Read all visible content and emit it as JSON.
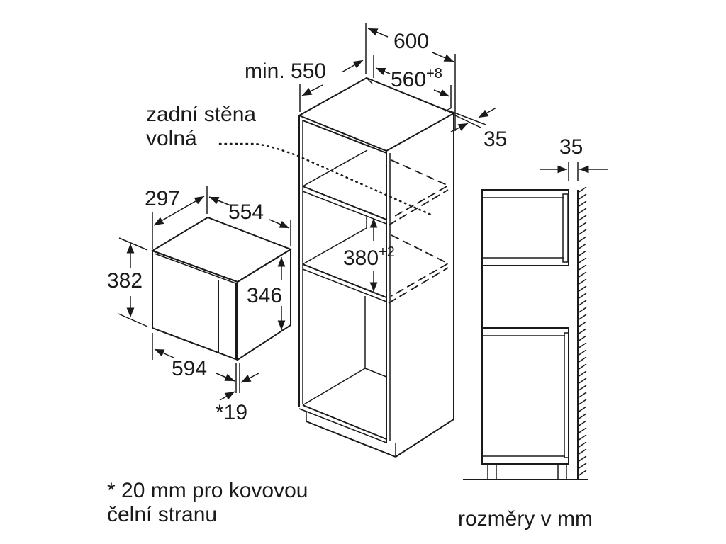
{
  "diagram": {
    "type": "built-in installation dimension drawing",
    "units_note": "rozměry v mm",
    "footnote": {
      "line1": "* 20 mm pro kovovou",
      "line2": "čelní stranu"
    },
    "cabinet_note": {
      "line1": "zadní stěna",
      "line2": "volná"
    },
    "cabinet_dimensions": {
      "width_outer": "600",
      "width_niche": "560",
      "width_niche_tolerance": "+8",
      "depth_min": "min. 550",
      "side_offset": "35",
      "niche_height": "380",
      "niche_height_tolerance": "+2"
    },
    "appliance_dimensions": {
      "depth": "297",
      "width_body": "554",
      "height_front": "382",
      "height_body": "346",
      "width_front": "594",
      "front_thickness": "*19"
    },
    "side_view": {
      "wall_gap": "35"
    }
  }
}
